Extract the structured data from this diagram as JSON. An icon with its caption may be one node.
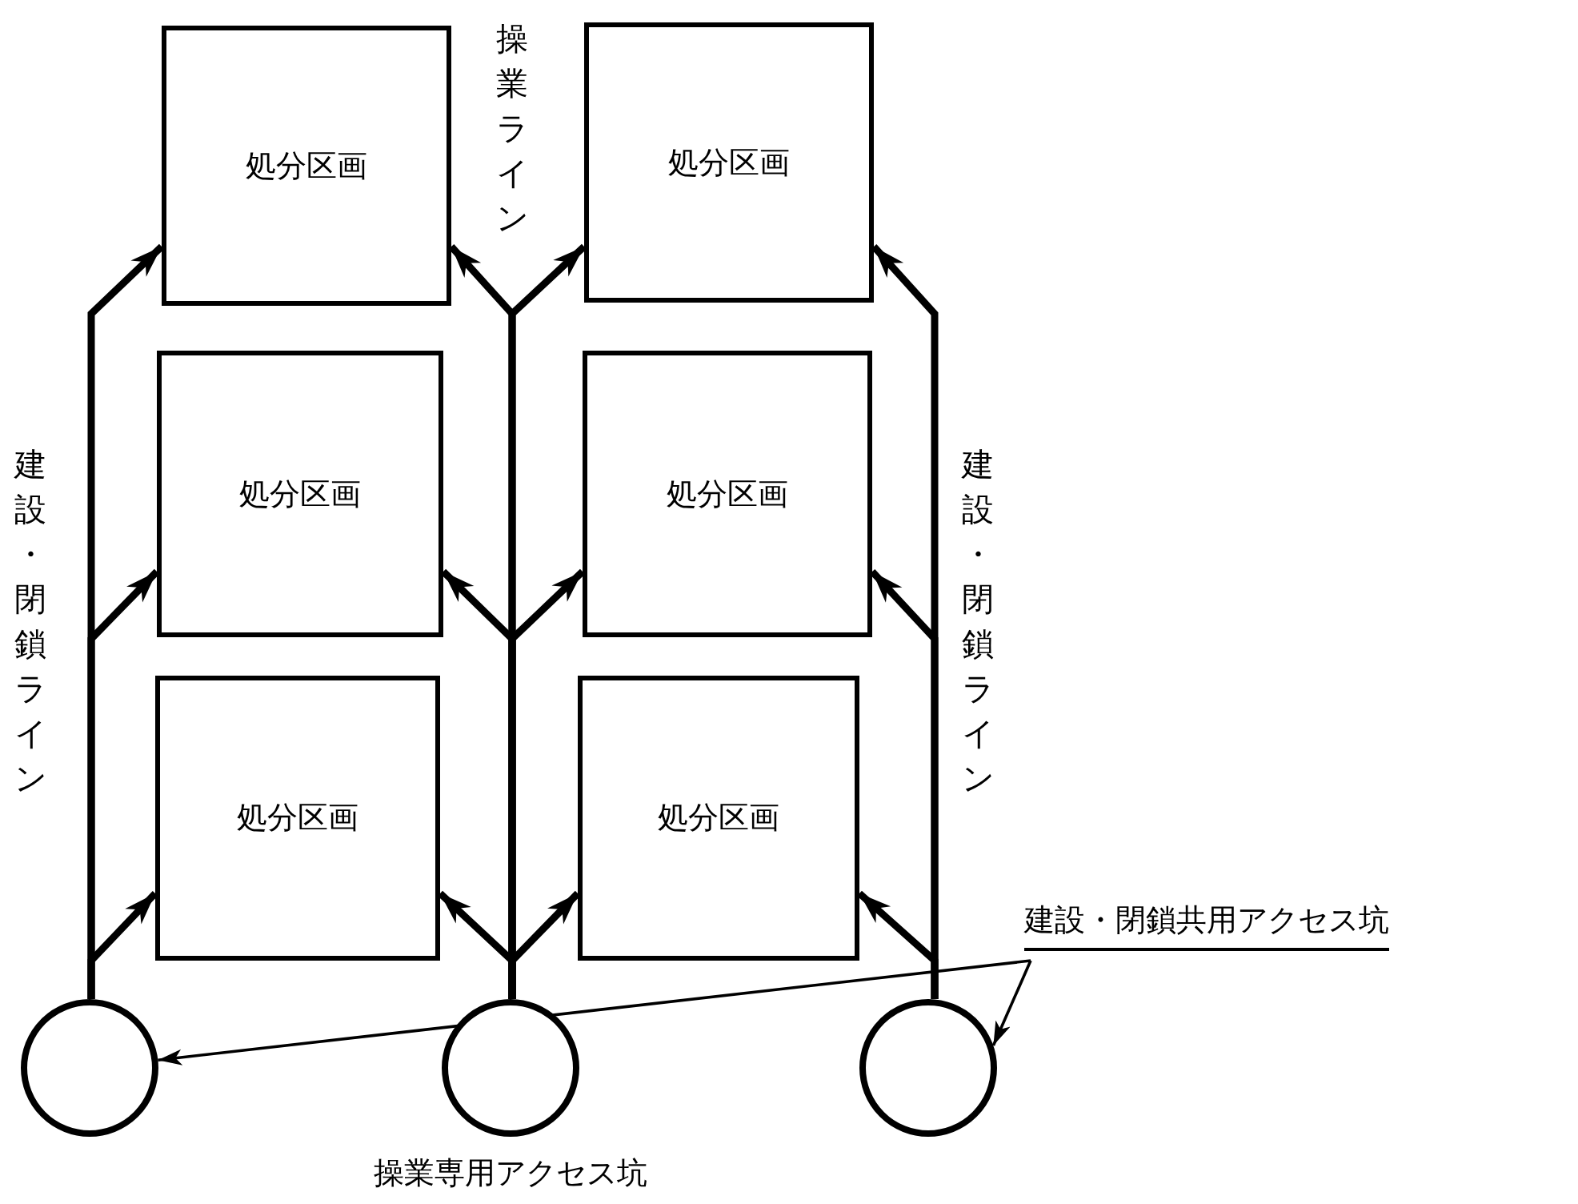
{
  "diagram": {
    "nodes": [
      {
        "text": [
          "処分区画"
        ]
      },
      {
        "text": [
          "処分区画"
        ]
      },
      {
        "text": [
          "処分区画"
        ]
      },
      {
        "text": [
          "処分区画"
        ]
      },
      {
        "text": [
          "処分区画"
        ]
      },
      {
        "text": [
          "処分区画"
        ]
      },
      {
        "text": [],
        "shape": "circle"
      },
      {
        "text": [],
        "shape": "circle",
        "beside": [
          "操業専用アクセス坑"
        ]
      },
      {
        "text": [],
        "shape": "circle"
      },
      {
        "text": [
          "建設・閉鎖共用アクセス坑"
        ]
      }
    ],
    "edges": [
      {
        "from": 6,
        "to": 0,
        "arrow": "to"
      },
      {
        "from": 6,
        "to": 2,
        "arrow": "to"
      },
      {
        "from": 6,
        "to": 4,
        "arrow": "to"
      },
      {
        "from": 7,
        "to": 0,
        "arrow": "to"
      },
      {
        "from": 7,
        "to": 1,
        "arrow": "to"
      },
      {
        "from": 7,
        "to": 2,
        "arrow": "to"
      },
      {
        "from": 7,
        "to": 3,
        "arrow": "to"
      },
      {
        "from": 7,
        "to": 4,
        "arrow": "to"
      },
      {
        "from": 7,
        "to": 5,
        "arrow": "to"
      },
      {
        "from": 8,
        "to": 1,
        "arrow": "to"
      },
      {
        "from": 8,
        "to": 3,
        "arrow": "to"
      },
      {
        "from": 8,
        "to": 5,
        "arrow": "to"
      },
      {
        "from": 9,
        "to": 6,
        "arrow": "to"
      },
      {
        "from": 9,
        "to": 8,
        "arrow": "to"
      }
    ],
    "labels": [
      "操業ライン",
      "建設・閉鎖ライン",
      "建設・閉鎖ライン"
    ]
  }
}
